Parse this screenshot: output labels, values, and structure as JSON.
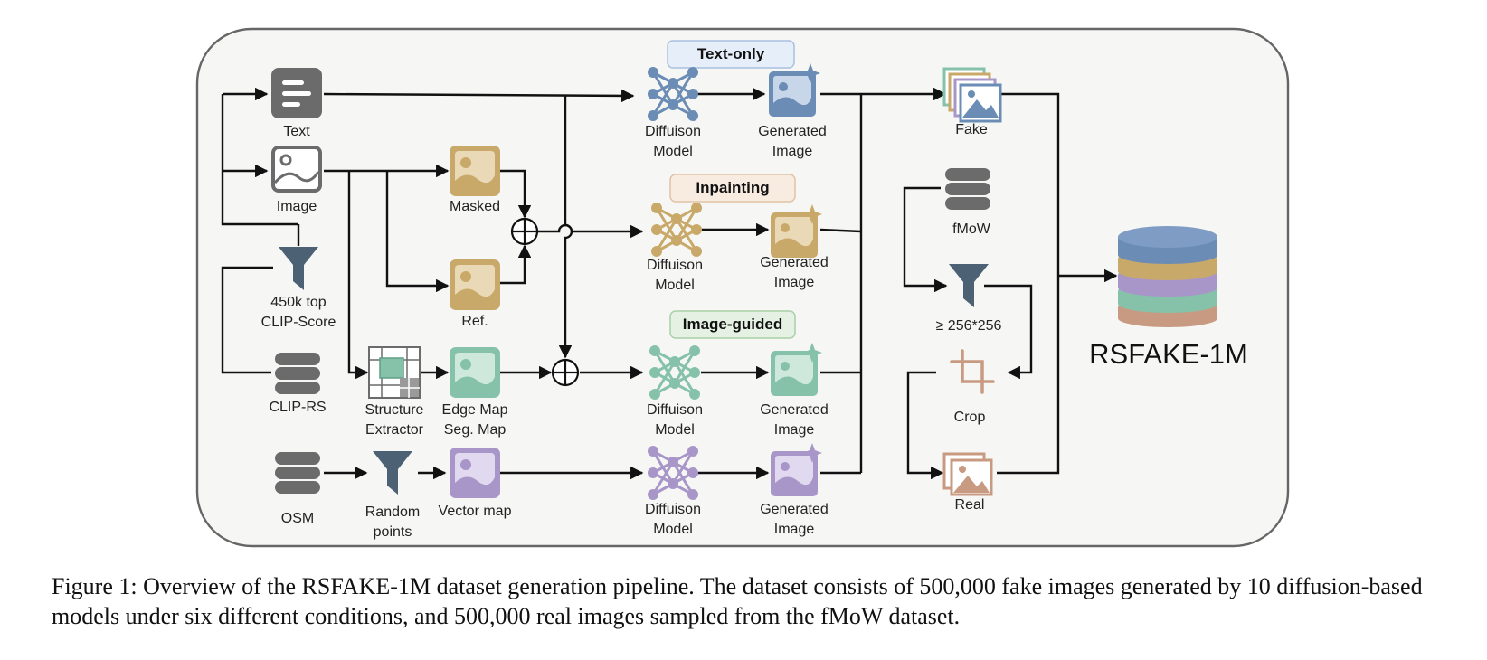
{
  "figure": {
    "title": "RSFAKE-1M",
    "caption": "Figure 1: Overview of the RSFAKE-1M dataset generation pipeline. The dataset consists of 500,000 fake images generated by 10 diffusion-based models under six different conditions, and 500,000 real images sampled from the fMoW dataset."
  },
  "inputs": {
    "text": "Text",
    "image": "Image",
    "filter": [
      "450k top",
      "CLIP-Score"
    ],
    "clip_rs": "CLIP-RS",
    "osm": "OSM",
    "masked": "Masked",
    "ref": "Ref.",
    "structure": [
      "Structure",
      "Extractor"
    ],
    "edge": [
      "Edge Map",
      "Seg. Map"
    ],
    "random": [
      "Random",
      "points"
    ],
    "vector": "Vector map"
  },
  "branches": [
    {
      "tag": "Text-only",
      "model": [
        "Diffuison",
        "Model"
      ],
      "output": [
        "Generated",
        "Image"
      ],
      "color": "#6b8cb5",
      "tag_bg": "#e6eef9",
      "tag_border": "#a9c0e0"
    },
    {
      "tag": "Inpainting",
      "model": [
        "Diffuison",
        "Model"
      ],
      "output": [
        "Generated",
        "Image"
      ],
      "color": "#c9a96a",
      "tag_bg": "#f8ece0",
      "tag_border": "#e0c3a6"
    },
    {
      "tag": "Image-guided",
      "model": [
        "Diffuison",
        "Model"
      ],
      "output": [
        "Generated",
        "Image"
      ],
      "color": "#86c2aa",
      "tag_bg": "#e5f2e3",
      "tag_border": "#a9d0a7"
    },
    {
      "tag": "",
      "model": [
        "Diffuison",
        "Model"
      ],
      "output": [
        "Generated",
        "Image"
      ],
      "color": "#a896c9",
      "tag_bg": "",
      "tag_border": ""
    }
  ],
  "right": {
    "fake": "Fake",
    "fmow": "fMoW",
    "size": "≥ 256*256",
    "crop": "Crop",
    "real": "Real"
  },
  "colors": {
    "gray_icon": "#6b6b6b",
    "blue": "#6b8cb5",
    "gold": "#c9a96a",
    "teal": "#86c2aa",
    "purple": "#a896c9",
    "brown": "#c89a82",
    "panel_bg": "#f6f7f5",
    "panel_border": "#666666"
  }
}
